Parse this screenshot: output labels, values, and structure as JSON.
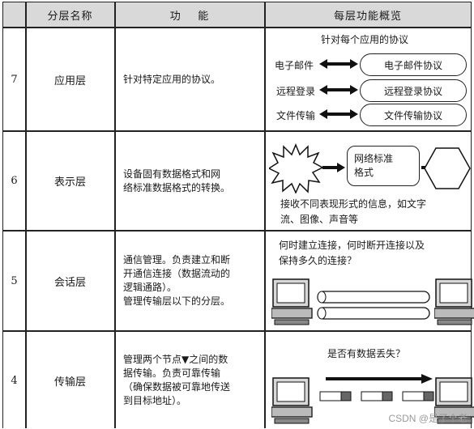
{
  "header": {
    "col_name": "分层名称",
    "col_function": "功    能",
    "col_overview": "每层功能概览"
  },
  "rows": [
    {
      "num": "7",
      "name": "应用层",
      "function": "针对特定应用的协议。",
      "overview": {
        "title": "针对每个应用的协议",
        "protocols": [
          {
            "label": "电子邮件",
            "box": "电子邮件协议"
          },
          {
            "label": "远程登录",
            "box": "远程登录协议"
          },
          {
            "label": "文件传输",
            "box": "文件传输协议"
          }
        ]
      }
    },
    {
      "num": "6",
      "name": "表示层",
      "function": "设备固有数据格式和网\n络标准数据格式的转换。",
      "overview": {
        "box": "网络标准\n格式",
        "note": "接收不同表现形式的信息，如文字\n流、图像、声音等"
      }
    },
    {
      "num": "5",
      "name": "会话层",
      "function": "通信管理。负责建立和断\n开通信连接（数据流动的\n逻辑通路）。\n管理传输层以下的分层。",
      "overview": {
        "note": "何时建立连接，何时断开连接以及\n保持多久的连接？"
      }
    },
    {
      "num": "4",
      "name": "传输层",
      "function": "管理两个节点▼之间的数\n据传输。负责可靠传输\n（确保数据被可靠地传送\n到目标地址）。",
      "overview": {
        "note": "是否有数据丢失？"
      }
    }
  ],
  "watermark": "CSDN @是了个老"
}
